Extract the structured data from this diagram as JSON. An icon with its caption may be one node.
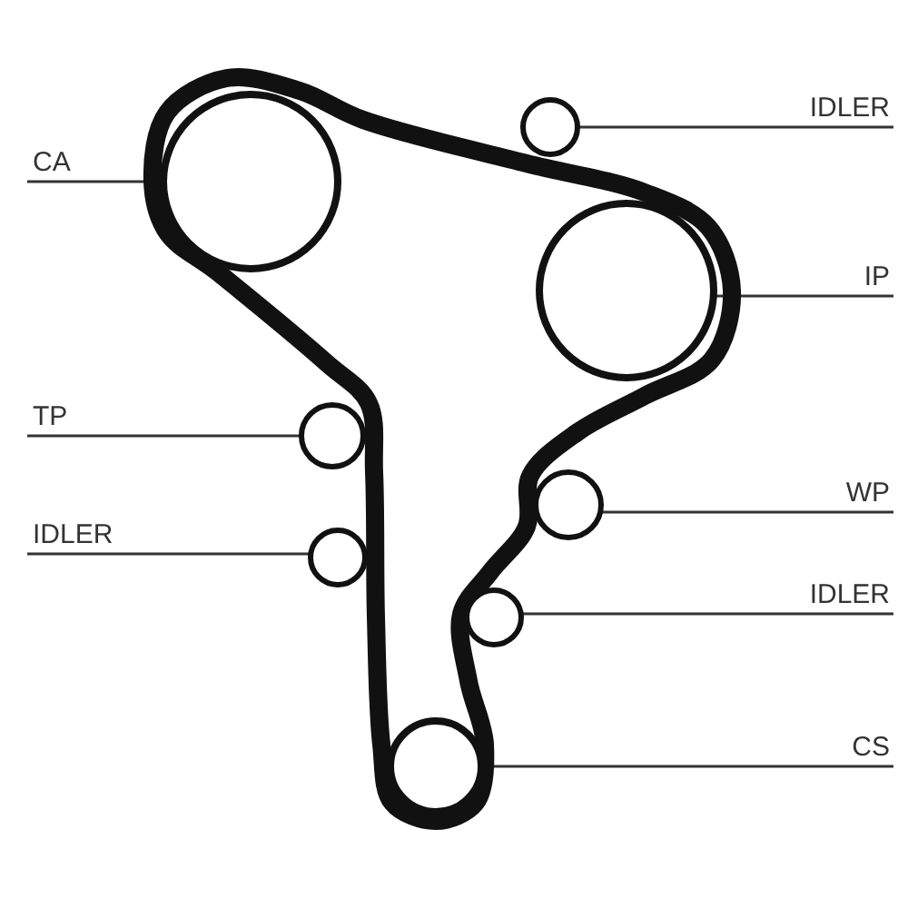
{
  "diagram": {
    "nodes": [
      {
        "text": [
          "CA"
        ]
      },
      {
        "text": [],
        "shape": "circle"
      },
      {
        "text": [
          "IDLER"
        ]
      },
      {
        "text": [],
        "shape": "circle"
      },
      {
        "text": [
          "IP"
        ]
      },
      {
        "text": [],
        "shape": "circle"
      },
      {
        "text": [
          "TP"
        ]
      },
      {
        "text": [],
        "shape": "circle"
      },
      {
        "text": [
          "IDLER"
        ]
      },
      {
        "text": [],
        "shape": "circle"
      },
      {
        "text": [
          "WP"
        ]
      },
      {
        "text": [],
        "shape": "circle"
      },
      {
        "text": [
          "IDLER"
        ]
      },
      {
        "text": [],
        "shape": "circle"
      },
      {
        "text": [
          "CS"
        ]
      },
      {
        "text": [],
        "shape": "circle"
      }
    ],
    "edges": [
      {
        "from": 0,
        "to": 1,
        "arrow": "none"
      },
      {
        "from": 2,
        "to": 3,
        "arrow": "none"
      },
      {
        "from": 4,
        "to": 5,
        "arrow": "none"
      },
      {
        "from": 6,
        "to": 7,
        "arrow": "none"
      },
      {
        "from": 8,
        "to": 9,
        "arrow": "none"
      },
      {
        "from": 10,
        "to": 11,
        "arrow": "none"
      },
      {
        "from": 12,
        "to": 13,
        "arrow": "none"
      },
      {
        "from": 14,
        "to": 15,
        "arrow": "none"
      }
    ]
  }
}
